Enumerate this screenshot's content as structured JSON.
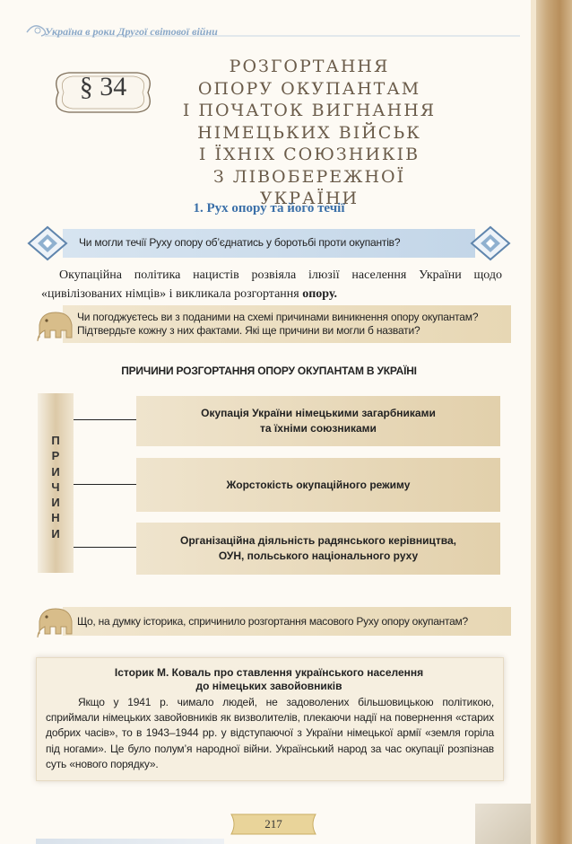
{
  "header": {
    "running_title": "Україна в роки Другої світової війни"
  },
  "section": {
    "number": "§ 34"
  },
  "title": {
    "lines": [
      "РОЗГОРТАННЯ",
      "ОПОРУ ОКУПАНТАМ",
      "І ПОЧАТОК ВИГНАННЯ",
      "НІМЕЦЬКИХ ВІЙСЬК",
      "І ЇХНІХ СОЮЗНИКІВ",
      "З ЛІВОБЕРЕЖНОЇ УКРАЇНИ"
    ]
  },
  "subtitle": "1. Рух опору та його течії",
  "question1": "Чи могли течії Руху опору об’єднатись у боротьбі проти окупантів?",
  "paragraph": {
    "text_start": "Окупаційна політика нацистів розвіяла ілюзії населення України щодо «цивілізованих німців» і викликала розгортання ",
    "bold": "опору."
  },
  "task1": {
    "line1": "Чи погоджуєтесь ви з поданими на схемі причинами виникнення опору окупантам?",
    "line2": "Підтвердьте кожну з них фактами. Які ще причини ви могли б назвати?"
  },
  "scheme": {
    "title": "ПРИЧИНИ РОЗГОРТАННЯ ОПОРУ ОКУПАНТАМ В УКРАЇНІ",
    "side_label": "ПРИЧИНИ",
    "causes": [
      {
        "line1": "Окупація України німецькими загарбниками",
        "line2": "та їхніми союзниками"
      },
      {
        "line1": "Жорстокість окупаційного режиму",
        "line2": ""
      },
      {
        "line1": "Організаційна діяльність радянського керівництва,",
        "line2": "ОУН, польського національного руху"
      }
    ]
  },
  "question2": "Що, на думку історика, спричинило розгортання масового Руху опору окупантам?",
  "quote": {
    "title_line1": "Історик М. Коваль про ставлення українського населення",
    "title_line2": "до німецьких завойовників",
    "body": "Якщо у 1941 р. чимало людей, не задоволених більшовицькою політикою, сприймали німецьких завойовників як визволителів, плекаючи надії на повернення «старих добрих часів», то в 1943–1944 рр. у відступаючої з України німецької армії «земля горіла під ногами». Це було полум’я народної війни. Український народ за час окупації розпізнав суть «нового порядку»."
  },
  "page": {
    "number": "217"
  },
  "colors": {
    "accent_blue": "#3a6fa8",
    "title_brown": "#6b5c4a",
    "beige_bar": "#e7d7b4",
    "blue_bar": "#c3d6e8"
  }
}
